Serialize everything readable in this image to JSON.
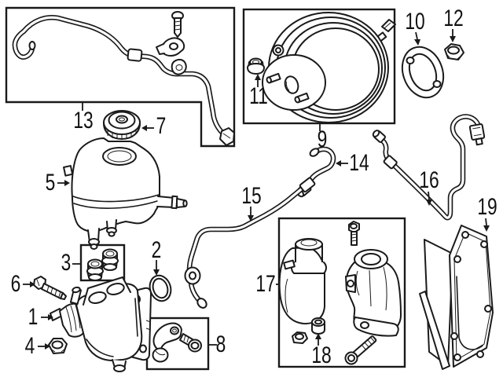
{
  "diagram": {
    "background_color": "#ffffff",
    "line_color": "#1a1a1a",
    "callouts": {
      "c1": "1",
      "c2": "2",
      "c3": "3",
      "c4": "4",
      "c5": "5",
      "c6": "6",
      "c7": "7",
      "c8": "8",
      "c9": "9",
      "c10": "10",
      "c11": "11",
      "c12": "12",
      "c13": "13",
      "c14": "14",
      "c15": "15",
      "c16": "16",
      "c17": "17",
      "c18": "18",
      "c19": "19"
    }
  }
}
